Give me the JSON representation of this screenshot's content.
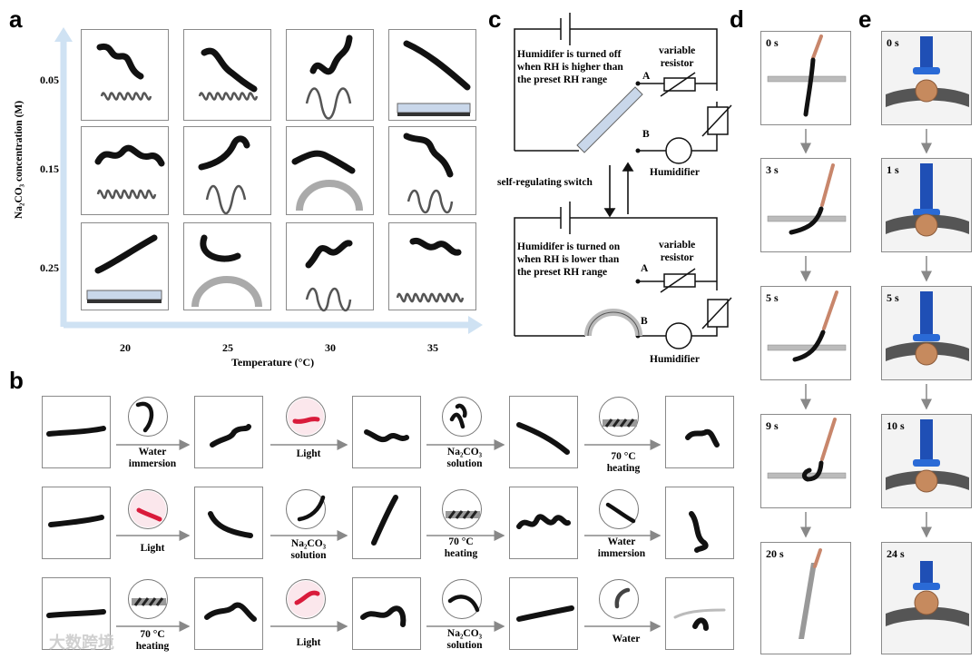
{
  "panels": {
    "a": "a",
    "b": "b",
    "c": "c",
    "d": "d",
    "e": "e"
  },
  "panel_a": {
    "y_axis_label": "Na₂CO₃ concentration (M)",
    "y_ticks": [
      "0.05",
      "0.15",
      "0.25"
    ],
    "x_ticks": [
      "20",
      "25",
      "30",
      "35"
    ],
    "x_axis_label": "Temperature (°C)"
  },
  "panel_b": {
    "row1": [
      "Water immersion",
      "Light",
      "Na₂CO₃ solution",
      "70 °C heating"
    ],
    "row2": [
      "Light",
      "Na₂CO₃ solution",
      "70 °C heating",
      "Water immersion"
    ],
    "row3": [
      "70 °C heating",
      "Light",
      "Na₂CO₃ solution",
      "Water"
    ]
  },
  "panel_c": {
    "top_text": [
      "Humidifer is turned off",
      "when RH is higher than",
      "the preset RH range"
    ],
    "bottom_text": [
      "Humidifer is turned on",
      "when RH is lower than",
      "the preset RH range"
    ],
    "variable_resistor": [
      "variable",
      "resistor"
    ],
    "node_a": "A",
    "node_b": "B",
    "humidifier": "Humidifier",
    "switch_label": "self-regulating switch"
  },
  "panel_d": {
    "times": [
      "0 s",
      "3 s",
      "5 s",
      "9 s",
      "20 s"
    ]
  },
  "panel_e": {
    "times": [
      "0 s",
      "1 s",
      "5 s",
      "10 s",
      "24 s"
    ]
  },
  "watermark": "大数跨境"
}
